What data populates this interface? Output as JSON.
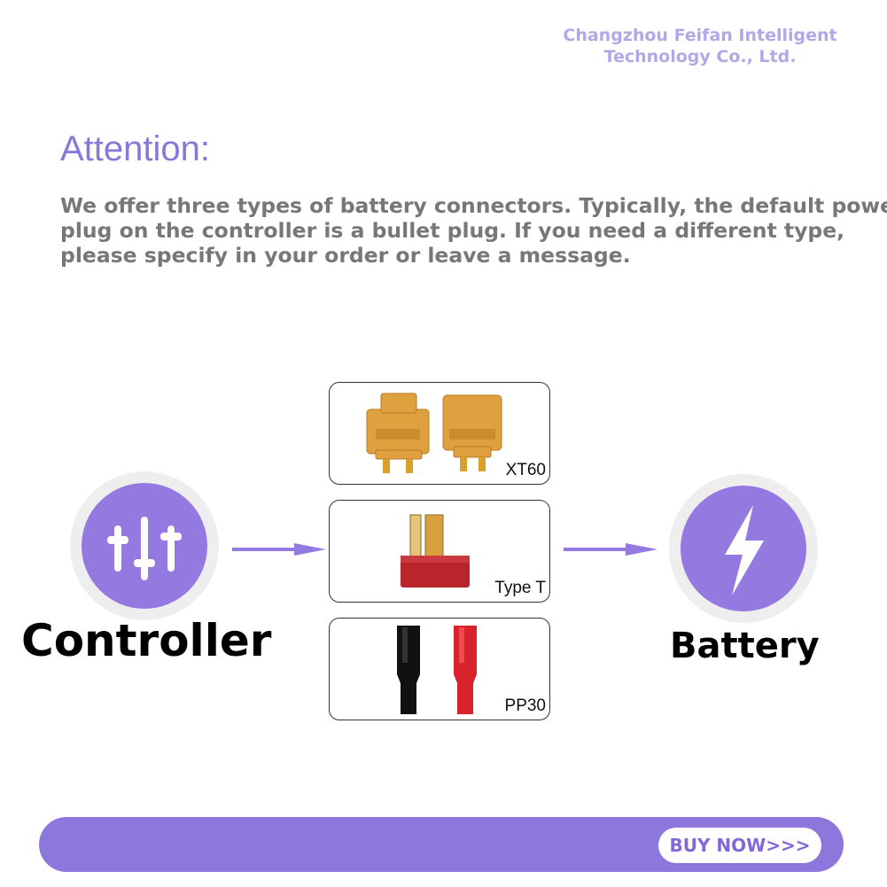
{
  "header": {
    "company_line1": "Changzhou Feifan Intelligent",
    "company_line2": "Technology Co., Ltd."
  },
  "notice": {
    "title": "Attention:",
    "lines": [
      "We offer three types of battery connectors. Typically, the default power",
      "plug on the controller is a bullet plug. If you need a different type,",
      "please specify in your order or leave a message."
    ]
  },
  "diagram": {
    "left_label": "Controller",
    "right_label": "Battery",
    "left_icon": "sliders-icon",
    "right_icon": "lightning-bolt-icon",
    "connectors": [
      {
        "label": "XT60",
        "color": "#e0a040"
      },
      {
        "label": "Type T",
        "color": "#b8262c"
      },
      {
        "label": "PP30",
        "colors": [
          "#111111",
          "#d8232a"
        ]
      }
    ],
    "accent_color": "#9379e0"
  },
  "footer": {
    "buy_label": "BUY NOW>>>",
    "bar_color": "#8d76dc"
  }
}
